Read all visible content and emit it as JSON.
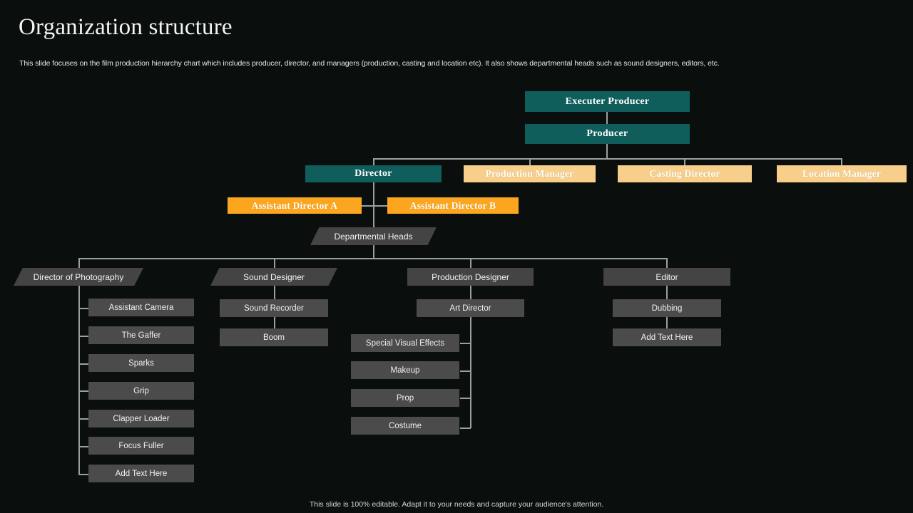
{
  "header": {
    "title": "Organization structure",
    "subtitle": "This slide focuses on the film production hierarchy chart which includes producer, director, and managers (production, casting and location etc). It also shows departmental heads such as sound designers, editors, etc.",
    "footer": "This slide is 100% editable.  Adapt it to your needs and capture your audience's attention."
  },
  "colors": {
    "background": "#0a0e0d",
    "teal": "#0f5e5c",
    "sand": "#f8cf8a",
    "amber": "#fca61f",
    "slab": "#444444",
    "leaf": "#4b4b4b",
    "connector": "#9aa0a0"
  },
  "chart_data": {
    "type": "diagram",
    "title": "Organization structure",
    "nodes": {
      "executive_producer": "Executer Producer",
      "producer": "Producer",
      "director": "Director",
      "production_manager": "Production Manager",
      "casting_director": "Casting Director",
      "location_manager": "Location Manager",
      "assistant_director_a": "Assistant Director A",
      "assistant_director_b": "Assistant Director B",
      "departmental_heads": "Departmental Heads",
      "director_of_photography": "Director of Photography",
      "sound_designer": "Sound Designer",
      "production_designer": "Production Designer",
      "editor": "Editor",
      "sound_recorder": "Sound Recorder",
      "boom": "Boom",
      "art_director": "Art Director",
      "dubbing": "Dubbing",
      "editor_child_2": "Add Text Here"
    },
    "photography_children": [
      "Assistant Camera",
      "The Gaffer",
      "Sparks",
      "Grip",
      "Clapper Loader",
      "Focus Fuller",
      "Add Text Here"
    ],
    "sound_children": [
      "Sound Recorder",
      "Boom"
    ],
    "art_director_children": [
      "Special Visual Effects",
      "Makeup",
      "Prop",
      "Costume"
    ],
    "editor_children": [
      "Dubbing",
      "Add Text Here"
    ]
  }
}
